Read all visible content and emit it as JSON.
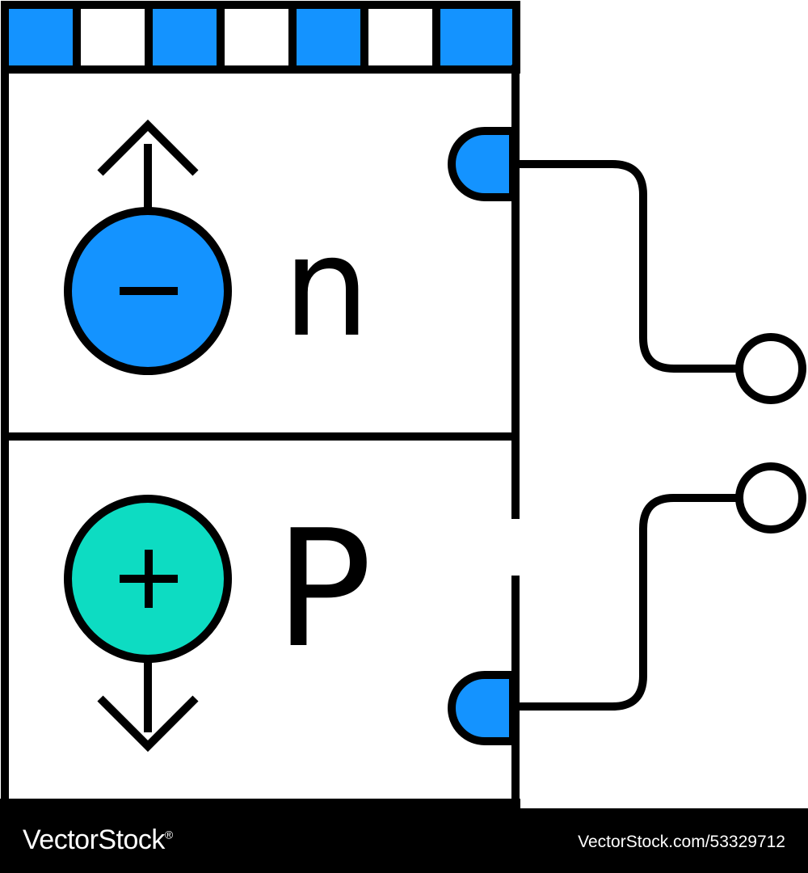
{
  "diagram": {
    "top_label": "n",
    "bottom_label": "P",
    "negative_charge_symbol": "minus-icon",
    "positive_charge_symbol": "plus-icon",
    "colors": {
      "stroke": "#000000",
      "blue": "#1493ff",
      "teal": "#0ddcc2",
      "background": "#ffffff"
    }
  },
  "footer": {
    "brand": "VectorStock",
    "registered_mark": "®",
    "reference": "VectorStock.com/53329712"
  }
}
